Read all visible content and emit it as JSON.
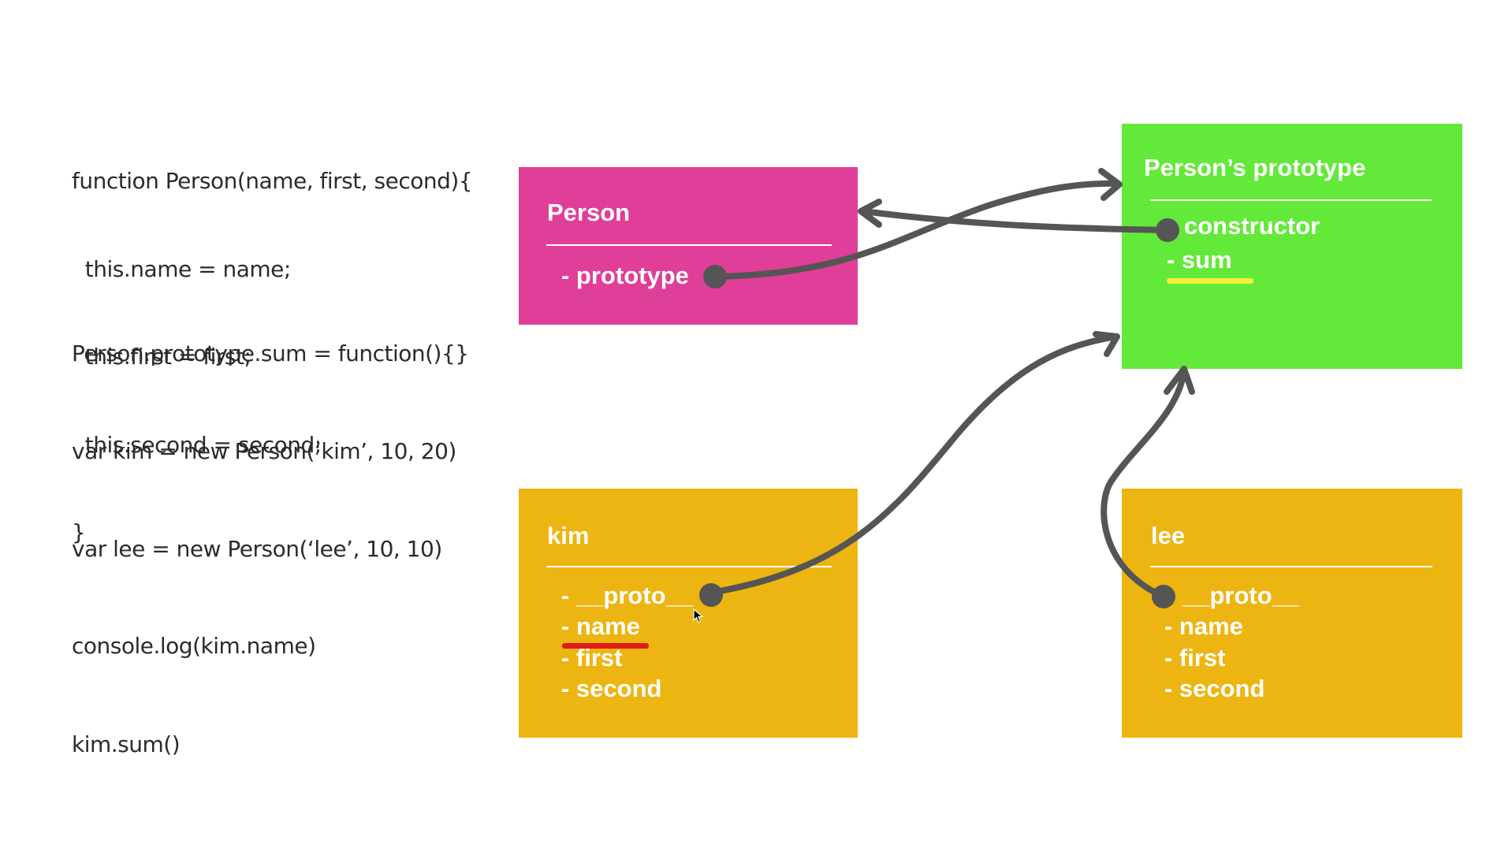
{
  "code": {
    "constructor_lines": [
      "function Person(name, first, second){",
      "  this.name = name;",
      "  this.first = first;",
      "  this.second = second;",
      "}"
    ],
    "prototype_assign": "Person.prototype.sum = function(){}",
    "kim_decl": "var kim = new Person(‘kim’, 10, 20)",
    "lee_decl": "var lee = new Person(‘lee’, 10, 10)",
    "log_call": "console.log(kim.name)",
    "sum_call": "kim.sum()"
  },
  "boxes": {
    "person": {
      "title": "Person",
      "props": [
        "- prototype"
      ],
      "color": "#df3f98"
    },
    "proto": {
      "title": "Person’s prototype",
      "props": [
        "constructor",
        "- sum"
      ],
      "color": "#63e939"
    },
    "kim": {
      "title": "kim",
      "props": [
        "- __proto__",
        "- name",
        "- first",
        "- second"
      ],
      "color": "#edb511"
    },
    "lee": {
      "title": "lee",
      "props": [
        "__proto__",
        "- name",
        "- first",
        "- second"
      ],
      "color": "#edb511"
    }
  },
  "colors": {
    "arrow": "#555555",
    "highlight_sum": "#f2f23a",
    "highlight_name": "#e01b1b"
  },
  "icons": [
    "mouse-cursor-icon"
  ]
}
